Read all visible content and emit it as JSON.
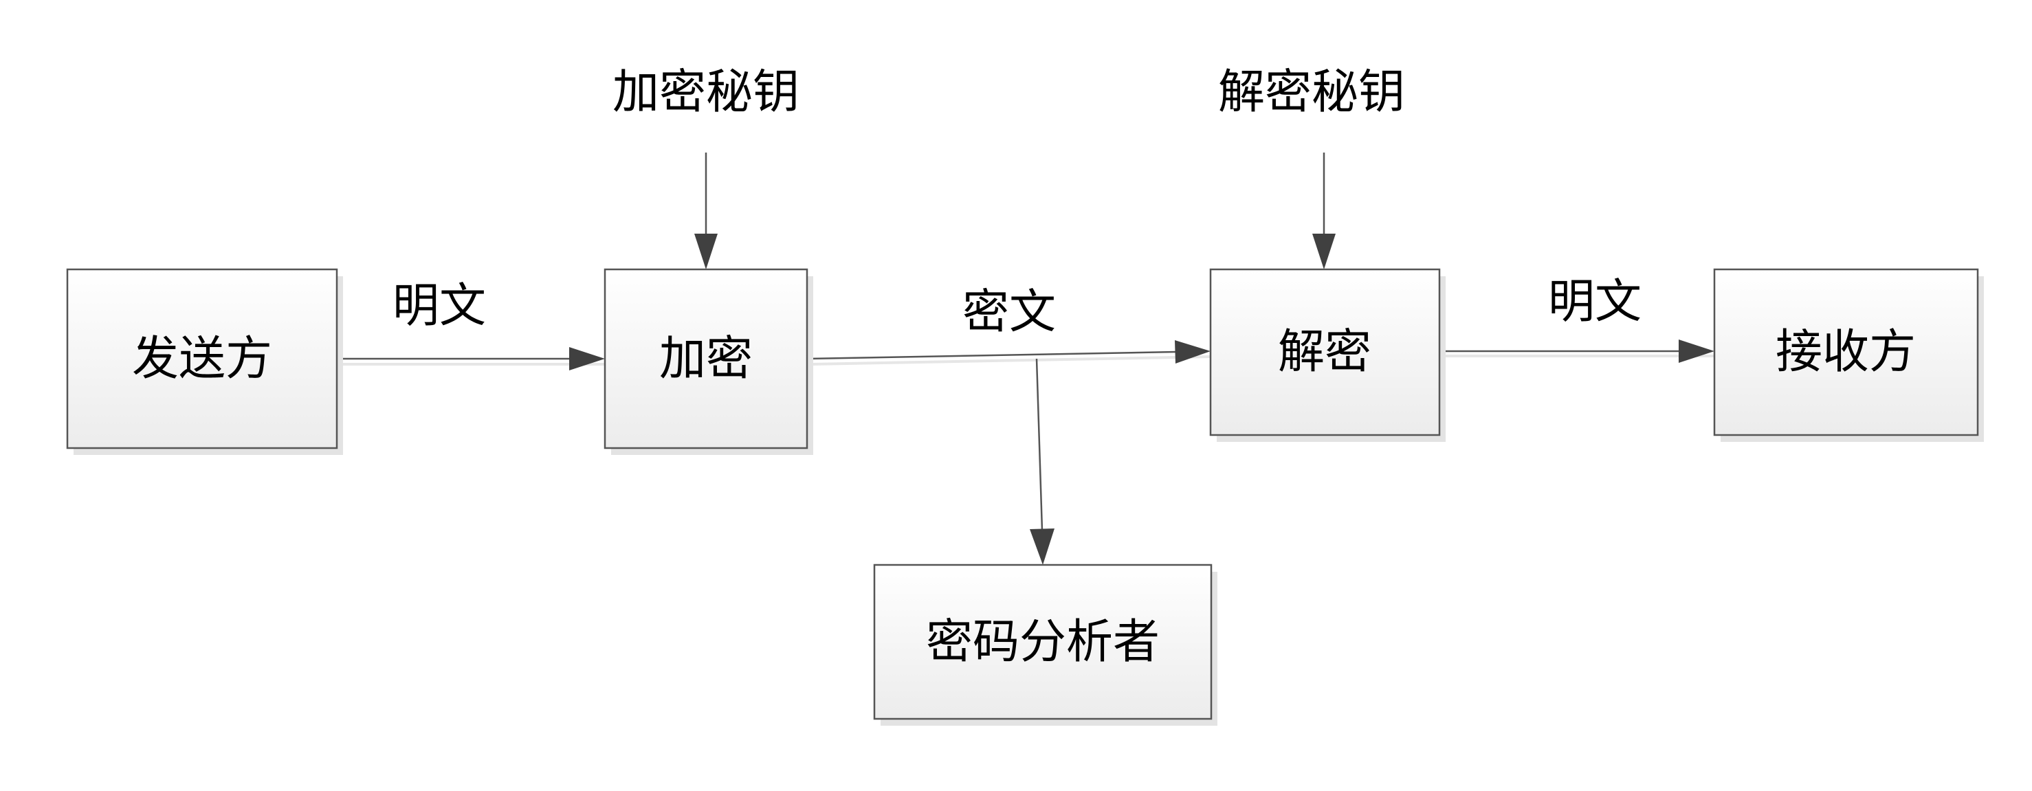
{
  "nodes": {
    "sender": "发送方",
    "encrypt": "加密",
    "decrypt": "解密",
    "receiver": "接收方",
    "cryptanalyst": "密码分析者"
  },
  "labels": {
    "encryption_key": "加密秘钥",
    "decryption_key": "解密秘钥",
    "plaintext_in": "明文",
    "ciphertext": "密文",
    "plaintext_out": "明文"
  }
}
